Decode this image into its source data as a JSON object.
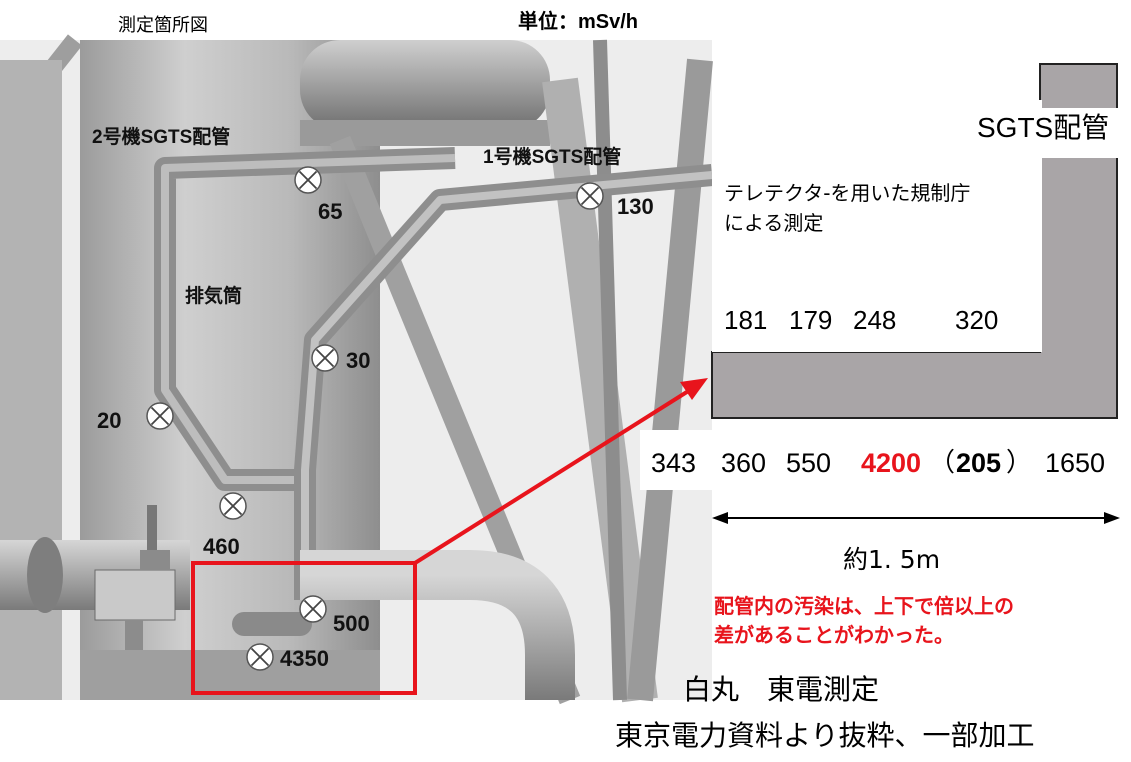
{
  "header": {
    "title": "測定箇所図",
    "unit": "単位：mSv/h"
  },
  "pipe_labels": {
    "unit2_pipe": "2号機SGTS配管",
    "unit1_pipe": "1号機SGTS配管",
    "stack": "排気筒"
  },
  "measurement_points": [
    {
      "id": "p65",
      "value": "65"
    },
    {
      "id": "p130",
      "value": "130"
    },
    {
      "id": "p30",
      "value": "30"
    },
    {
      "id": "p20",
      "value": "20"
    },
    {
      "id": "p460",
      "value": "460"
    },
    {
      "id": "p500",
      "value": "500"
    },
    {
      "id": "p4350",
      "value": "4350"
    }
  ],
  "detail": {
    "pipe_label": "SGTS配管",
    "method_line1": "テレテクタ-を用いた規制庁",
    "method_line2": "による測定",
    "top_values": [
      "181",
      "179",
      "248",
      "320"
    ],
    "bottom_values": [
      "343",
      "360",
      "550"
    ],
    "highlight_value": "4200",
    "paren_open": "（",
    "paren_value": "205",
    "paren_close": "）",
    "last_value": "1650",
    "length": "約1. 5m"
  },
  "notes": {
    "finding_line1": "配管内の汚染は、上下で倍以上の",
    "finding_line2": "差があることがわかった。",
    "legend": "白丸　東電測定",
    "source": "東京電力資料より抜粋、一部加工"
  },
  "colors": {
    "accent_red": "#e8141c",
    "pipe_gray": "#a9a5a7",
    "background": "#ffffff"
  }
}
